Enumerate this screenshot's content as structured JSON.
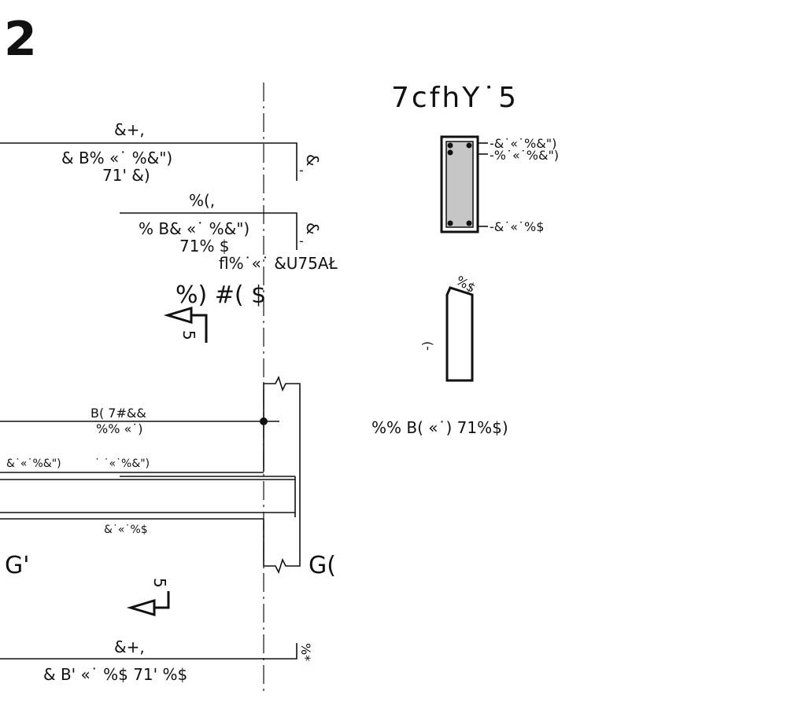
{
  "sheet": {
    "number": "2",
    "section_title": "7cfhY˙5"
  },
  "beam_top": {
    "dim": "&+,",
    "rebar": "&  B%  «˙ %&\")",
    "rebar_sub": "71'  &)",
    "side_mark": "&",
    "side_dash": "-"
  },
  "beam_upper": {
    "dim": "%(,",
    "rebar": "%  B&  «˙ %&\")",
    "rebar_sub": "71%  $",
    "side_mark": "&",
    "side_dash": "-",
    "note": "fl%˙«˙ &U75AŁ"
  },
  "elevation_text": "%) #( $",
  "section_cut_top": "5",
  "beam_mid": {
    "label": "B(  7#&&",
    "sub": "%%  «˙)"
  },
  "slab": {
    "left_bar": "&˙«˙%&\")",
    "right_bar": "˙ ˙«˙%&\")",
    "bottom_bar": "&˙«˙%$"
  },
  "grid": {
    "left": "G'",
    "right": "G("
  },
  "section_cut_bottom": "5",
  "beam_bottom": {
    "dim": "&+,",
    "rebar": "&  B'   «˙ %$  71'  %$",
    "side_mark": "%*"
  },
  "section_detail": {
    "callout_1": "-&˙«˙%&\")",
    "callout_2": "-%˙«˙%&\")",
    "callout_3": "-&˙«˙%$"
  },
  "hook_detail": {
    "top": "%$",
    "side": "-)"
  },
  "stirrup_note": "%%  B(   «˙)   71%$)"
}
